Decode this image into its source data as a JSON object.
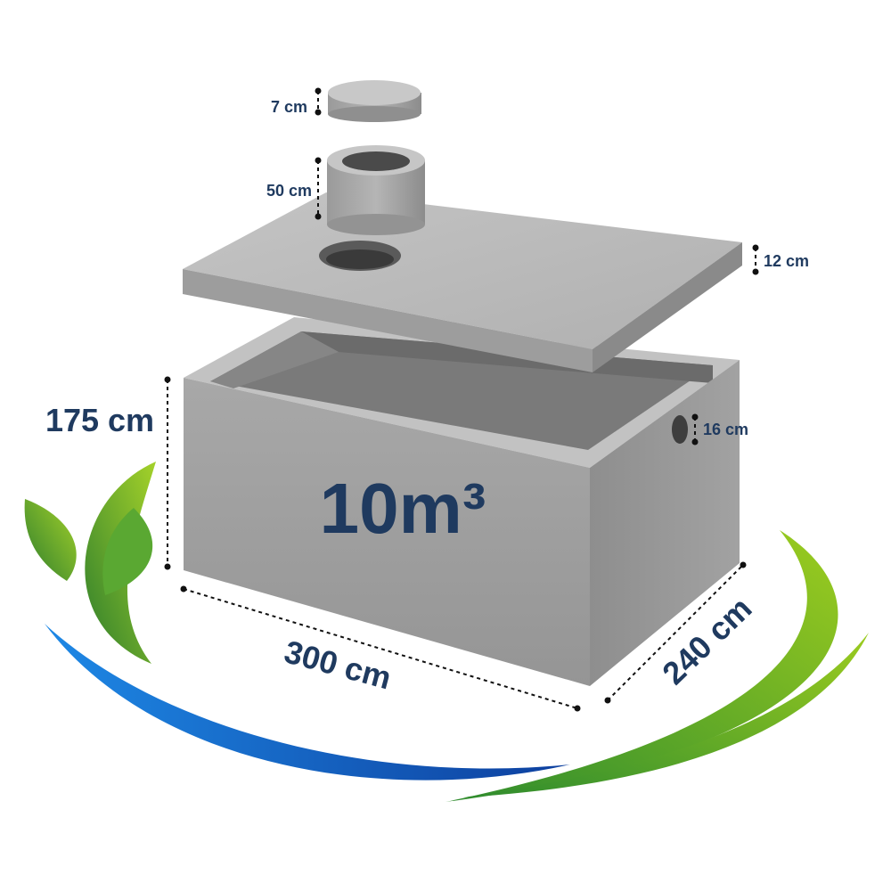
{
  "product": {
    "volume_label": "10m³"
  },
  "dimensions": {
    "cap_thickness": "7 cm",
    "riser_height": "50 cm",
    "lid_thickness": "12 cm",
    "pipe_hole": "16 cm",
    "height": "175 cm",
    "length": "300 cm",
    "width": "240 cm"
  },
  "colors": {
    "text": "#1f3a5f",
    "concrete_front": "#9d9d9d",
    "concrete_side": "#8a8a8a",
    "concrete_top": "#bdbdbd",
    "concrete_inner": "#7c7c7c",
    "leaf_green": "#4fa02a",
    "swoosh_blue": "#1565c0"
  }
}
